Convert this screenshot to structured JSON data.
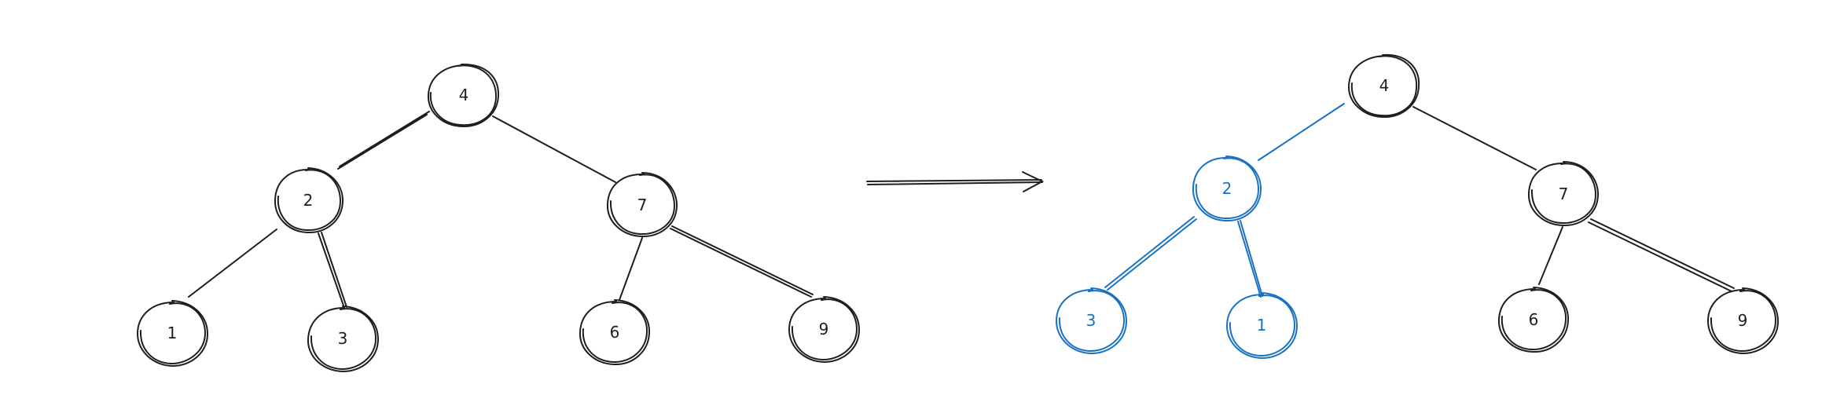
{
  "colors": {
    "default_stroke": "#1e1e1e",
    "highlight_stroke": "#1971c2"
  },
  "diagram": {
    "before_tree": {
      "nodes": {
        "root": "4",
        "left": "2",
        "right": "7",
        "left_left": "1",
        "left_right": "3",
        "right_left": "6",
        "right_right": "9"
      }
    },
    "transition_arrow": "arrow-right-icon",
    "after_tree": {
      "nodes": {
        "root": "4",
        "left": "2",
        "right": "7",
        "left_left": "3",
        "left_right": "1",
        "right_left": "6",
        "right_right": "9"
      },
      "highlighted": [
        "left",
        "left_left",
        "left_right"
      ]
    }
  }
}
